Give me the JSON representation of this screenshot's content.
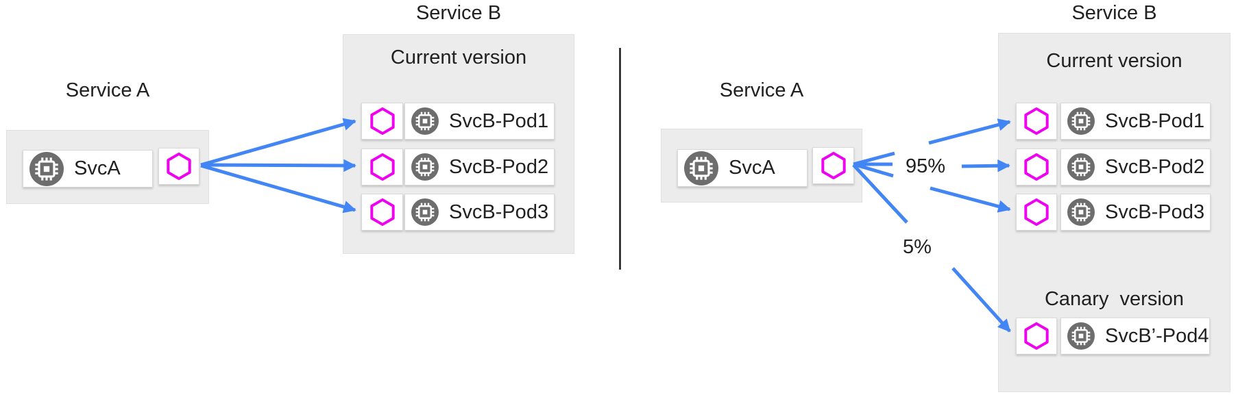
{
  "left": {
    "service_a": {
      "title": "Service A",
      "workload_label": "SvcA"
    },
    "service_b": {
      "title": "Service B",
      "version_label": "Current version",
      "pods": [
        "SvcB-Pod1",
        "SvcB-Pod2",
        "SvcB-Pod3"
      ]
    }
  },
  "right": {
    "service_a": {
      "title": "Service A",
      "workload_label": "SvcA"
    },
    "service_b": {
      "title": "Service B",
      "current": {
        "version_label": "Current version",
        "pods": [
          "SvcB-Pod1",
          "SvcB-Pod2",
          "SvcB-Pod3"
        ],
        "traffic_share": "95%"
      },
      "canary": {
        "version_label": "Canary  version",
        "pods": [
          "SvcB’-Pod4"
        ],
        "traffic_share": "5%"
      }
    }
  },
  "icons": {
    "sidecar_proxy": "magenta-hexagon-outline-icon",
    "workload": "chip-in-gray-circle-icon"
  },
  "colors": {
    "arrow": "#4285f4",
    "sidecar_hexagon": "#f000f0",
    "workload_circle": "#6d6d6d",
    "container_fill": "#ececec",
    "text": "#212121"
  }
}
